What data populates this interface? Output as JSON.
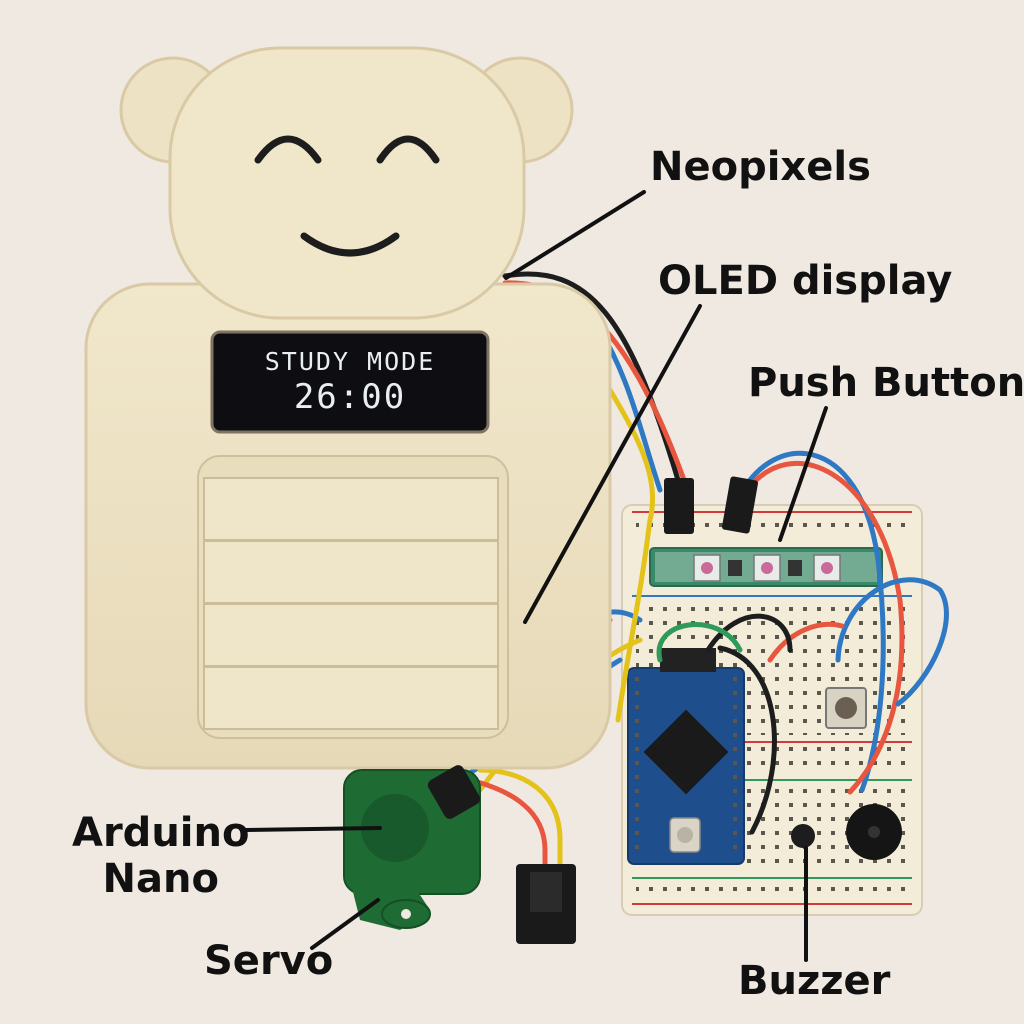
{
  "screen": {
    "mode_label": "STUDY MODE",
    "timer": "26:00"
  },
  "callouts": {
    "neopixels": "Neopixels",
    "oled_display": "OLED display",
    "push_button": "Push Button",
    "arduino_nano": "Arduino\nNano",
    "servo": "Servo",
    "buzzer": "Buzzer"
  },
  "colors": {
    "background": "#efe9e2",
    "enclosure": "#ede2c4",
    "oled_screen": "#0e0e12",
    "breadboard": "#f3ecd9",
    "nano_board": "#1f4e8c",
    "servo": "#1f6b34",
    "wire_red": "#e8563f",
    "wire_blue": "#2f78c4",
    "wire_yellow": "#e3c21a",
    "wire_green": "#2f9a5a"
  },
  "icons": [
    "smiley-face",
    "breadboard",
    "neopixel-strip",
    "arduino-nano",
    "servo-motor",
    "push-button",
    "buzzer"
  ]
}
